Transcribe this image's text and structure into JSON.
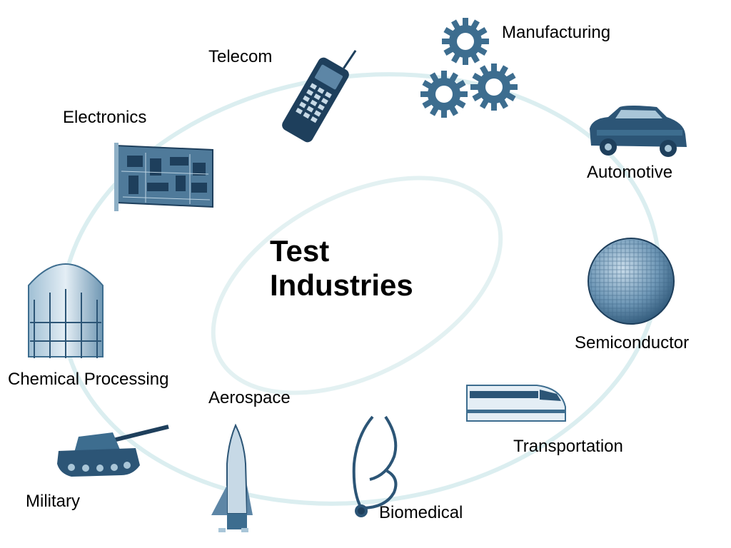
{
  "title": {
    "line1": "Test",
    "line2": "Industries"
  },
  "industries": {
    "manufacturing": "Manufacturing",
    "telecom": "Telecom",
    "electronics": "Electronics",
    "automotive": "Automotive",
    "semiconductor": "Semiconductor",
    "chemical": "Chemical Processing",
    "aerospace": "Aerospace",
    "transportation": "Transportation",
    "military": "Military",
    "biomedical": "Biomedical"
  },
  "colors": {
    "ring": "#dbeef0",
    "icon_dark": "#1e3f5c",
    "icon_mid": "#3d6d8f",
    "icon_light": "#a9c6d8"
  }
}
